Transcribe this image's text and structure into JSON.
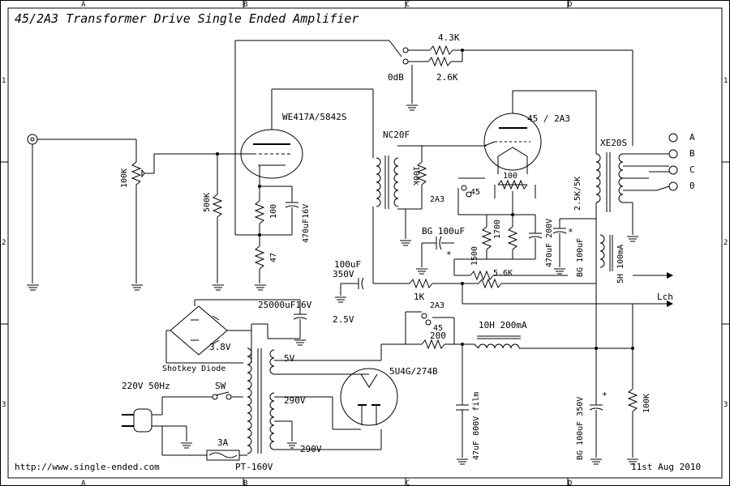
{
  "title": "45/2A3 Transformer Drive Single Ended Amplifier",
  "footer": {
    "url": "http://www.single-ended.com",
    "date": "11st Aug 2010"
  },
  "grid": {
    "columns": [
      "A",
      "B",
      "C",
      "D"
    ],
    "rows": [
      "1",
      "2",
      "3"
    ]
  },
  "components": {
    "input_tube": "WE417A/5842S",
    "output_tube": "45 / 2A3",
    "rectifier": "5U4G/274B",
    "interstage": "NC20F",
    "output_trans": "XE20S",
    "power_trans": "PT-160V",
    "vol_pot": "100K",
    "grid_res": "500K",
    "cath_res": "100",
    "cath_cap": "470uF16V",
    "res_47": "47",
    "fb_r1": "4.3K",
    "fb_r2": "2.6K",
    "fb_sw": "0dB",
    "ig_r": "100k",
    "sel_2a3_a": "2A3",
    "sel_45_a": "45",
    "hum_pot": "100",
    "r_1700": "1700",
    "r_1500": "1500",
    "c_470_200": "470uF 200V",
    "r_5_6k": "5.6K",
    "c_bg100": "BG 100uF",
    "star": "*",
    "c_100uf_350": "100uF",
    "c_100uf_350_v": "350V",
    "r_1k": "1K",
    "ot_imp": "2.5K/5K",
    "c_bg100_ot": "BG 100uF",
    "choke_5h": "5H 100mA",
    "taps": [
      "A",
      "B",
      "C",
      "0"
    ],
    "lch": "Lch",
    "c_25000": "25000uF16V",
    "v_2_5": "2.5V",
    "v_3_8": "3.8V",
    "schottky": "Shotkey Diode",
    "sel_2a3_b": "2A3",
    "sel_45_b": "45",
    "r_200": "200",
    "choke_10h": "10H 200mA",
    "v_5": "5V",
    "v_290a": "290V",
    "v_290b": "290V",
    "mains": "220V 50Hz",
    "sw": "SW",
    "fuse": "3A",
    "c_47uf": "47uF 800V film",
    "c_bg100_350": "BG 100uF 350V",
    "r_100k_bl": "100K"
  }
}
